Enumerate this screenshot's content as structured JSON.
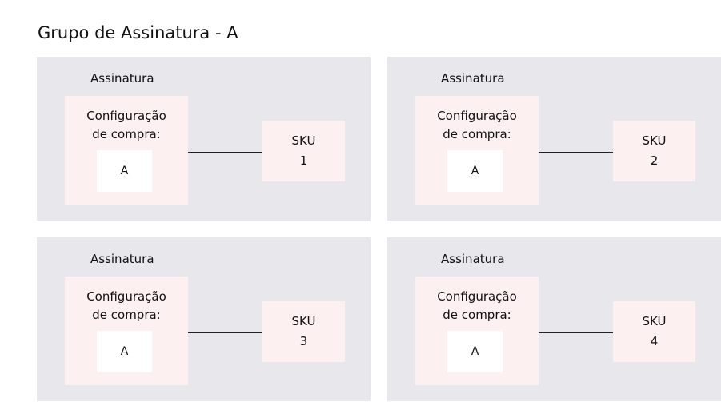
{
  "title": "Grupo de Assinatura - A",
  "panels": [
    {
      "label": "Assinatura",
      "config_line1": "Configuração",
      "config_line2": "de compra:",
      "config_value": "A",
      "sku_label": "SKU",
      "sku_number": "1"
    },
    {
      "label": "Assinatura",
      "config_line1": "Configuração",
      "config_line2": "de compra:",
      "config_value": "A",
      "sku_label": "SKU",
      "sku_number": "2"
    },
    {
      "label": "Assinatura",
      "config_line1": "Configuração",
      "config_line2": "de compra:",
      "config_value": "A",
      "sku_label": "SKU",
      "sku_number": "3"
    },
    {
      "label": "Assinatura",
      "config_line1": "Configuração",
      "config_line2": "de compra:",
      "config_value": "A",
      "sku_label": "SKU",
      "sku_number": "4"
    }
  ],
  "colors": {
    "panel_background": "#e7e7ec",
    "box_background": "#fdf0f1",
    "value_background": "#ffffff",
    "connector": "#222222"
  }
}
